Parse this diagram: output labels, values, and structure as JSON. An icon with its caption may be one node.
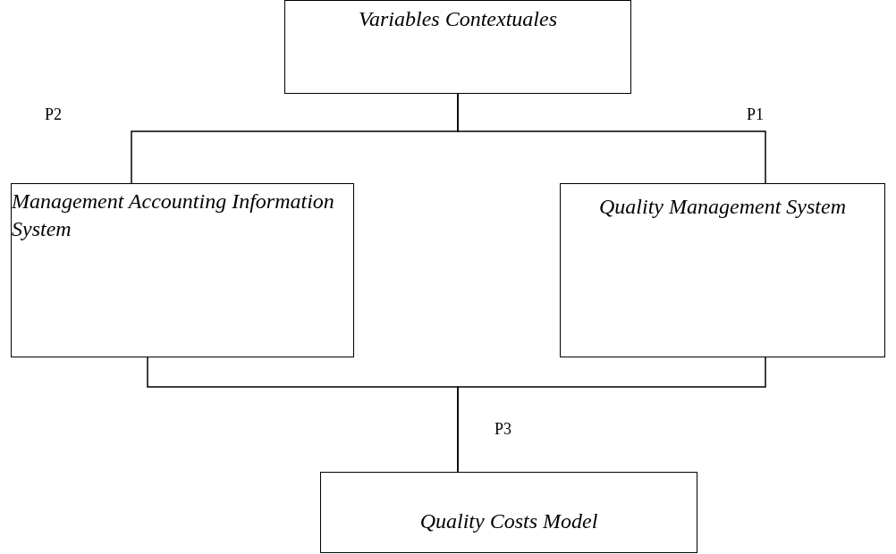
{
  "diagram": {
    "nodes": [
      {
        "text": [
          "Variables Contextuales"
        ]
      },
      {
        "text": [
          "Management Accounting Information System"
        ]
      },
      {
        "text": [
          "Quality Management System"
        ]
      },
      {
        "text": [
          "Quality Costs Model"
        ]
      }
    ],
    "edges": [
      {
        "from": 0,
        "to": 1,
        "arrow": "none"
      },
      {
        "from": 0,
        "to": 2,
        "arrow": "none"
      },
      {
        "from": 1,
        "to": 3,
        "arrow": "none"
      },
      {
        "from": 2,
        "to": 3,
        "arrow": "none"
      }
    ],
    "labels": [
      "P2",
      "P1",
      "P3"
    ]
  }
}
